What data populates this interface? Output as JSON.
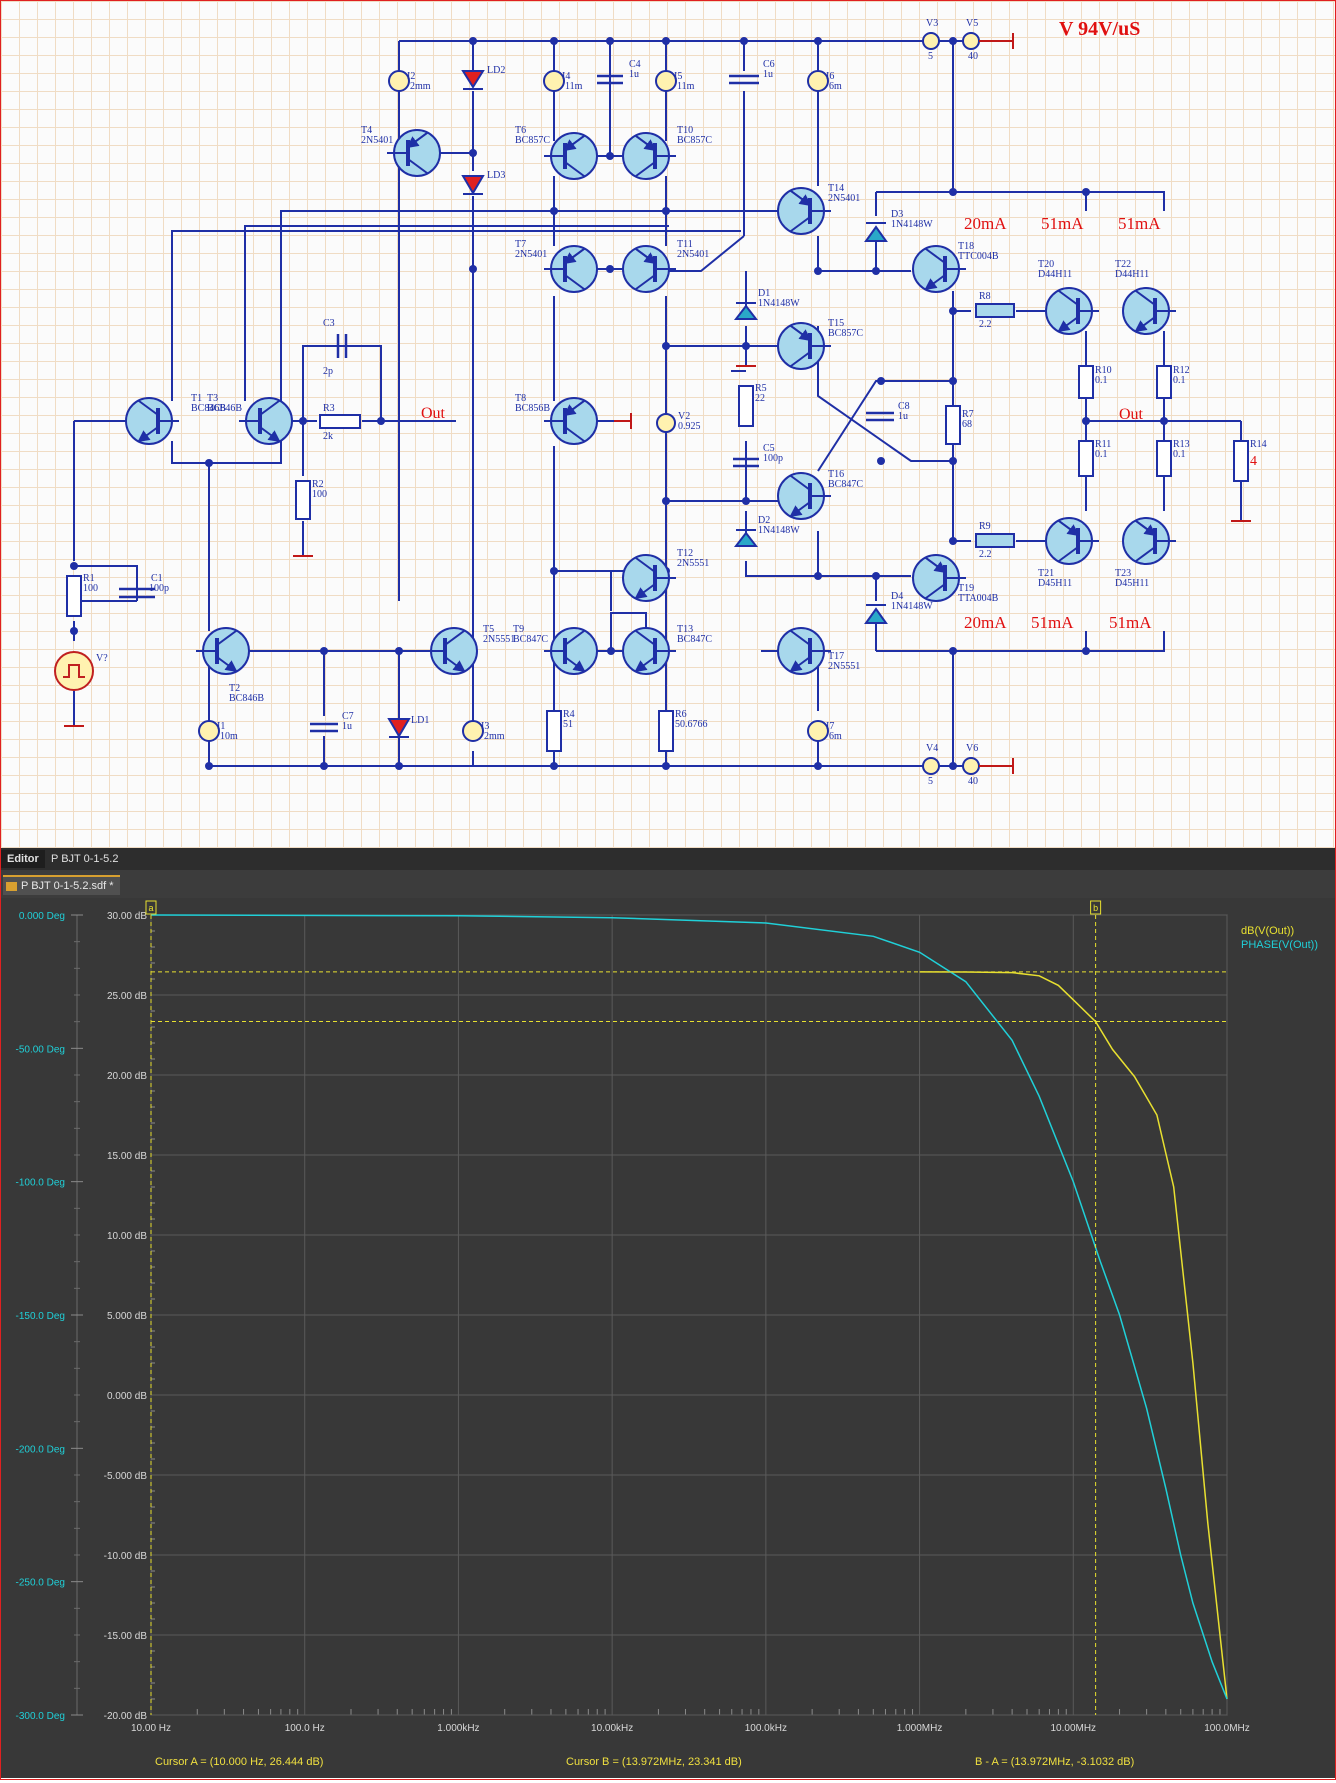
{
  "schematic": {
    "title_note": "V 94V/uS",
    "out_label_left": "Out",
    "out_label_right": "Out",
    "currents": {
      "t18": "20mA",
      "t20": "51mA",
      "t22": "51mA",
      "t19": "20mA",
      "t21": "51mA",
      "t23": "51mA"
    },
    "transistors": [
      {
        "ref": "T1",
        "part": "BC846B"
      },
      {
        "ref": "T3",
        "part": "BC846B"
      },
      {
        "ref": "T2",
        "part": "BC846B"
      },
      {
        "ref": "T4",
        "part": "2N5401"
      },
      {
        "ref": "T5",
        "part": "2N5551"
      },
      {
        "ref": "T6",
        "part": "BC857C"
      },
      {
        "ref": "T10",
        "part": "BC857C"
      },
      {
        "ref": "T7",
        "part": "2N5401"
      },
      {
        "ref": "T11",
        "part": "2N5401"
      },
      {
        "ref": "T8",
        "part": "BC856B"
      },
      {
        "ref": "T9",
        "part": "BC847C"
      },
      {
        "ref": "T13",
        "part": "BC847C"
      },
      {
        "ref": "T12",
        "part": "2N5551"
      },
      {
        "ref": "T14",
        "part": "2N5401"
      },
      {
        "ref": "T15",
        "part": "BC857C"
      },
      {
        "ref": "T16",
        "part": "BC847C"
      },
      {
        "ref": "T17",
        "part": "2N5551"
      },
      {
        "ref": "T18",
        "part": "TTC004B"
      },
      {
        "ref": "T19",
        "part": "TTA004B"
      },
      {
        "ref": "T20",
        "part": "D44H11"
      },
      {
        "ref": "T22",
        "part": "D44H11"
      },
      {
        "ref": "T21",
        "part": "D45H11"
      },
      {
        "ref": "T23",
        "part": "D45H11"
      }
    ],
    "resistors": [
      {
        "ref": "R1",
        "value": "100"
      },
      {
        "ref": "R2",
        "value": "100"
      },
      {
        "ref": "R3",
        "value": "2k"
      },
      {
        "ref": "R4",
        "value": "51"
      },
      {
        "ref": "R5",
        "value": "22"
      },
      {
        "ref": "R6",
        "value": "50.6766"
      },
      {
        "ref": "R7",
        "value": "68"
      },
      {
        "ref": "R8",
        "value": "2.2"
      },
      {
        "ref": "R9",
        "value": "2.2"
      },
      {
        "ref": "R10",
        "value": "0.1"
      },
      {
        "ref": "R11",
        "value": "0.1"
      },
      {
        "ref": "R12",
        "value": "0.1"
      },
      {
        "ref": "R13",
        "value": "0.1"
      },
      {
        "ref": "R14",
        "value": "4"
      }
    ],
    "capacitors": [
      {
        "ref": "C1",
        "value": "100p"
      },
      {
        "ref": "C3",
        "value": "2p"
      },
      {
        "ref": "C4",
        "value": "1u"
      },
      {
        "ref": "C5",
        "value": "100p"
      },
      {
        "ref": "C6",
        "value": "1u"
      },
      {
        "ref": "C7",
        "value": "1u"
      },
      {
        "ref": "C8",
        "value": "1u"
      }
    ],
    "current_sources": [
      {
        "ref": "I1",
        "value": "10m"
      },
      {
        "ref": "I2",
        "value": "2mm"
      },
      {
        "ref": "I3",
        "value": "2mm"
      },
      {
        "ref": "I4",
        "value": "11m"
      },
      {
        "ref": "I5",
        "value": "11m"
      },
      {
        "ref": "I6",
        "value": "6m"
      },
      {
        "ref": "I7",
        "value": "6m"
      }
    ],
    "diodes": [
      {
        "ref": "D1",
        "part": "1N4148W"
      },
      {
        "ref": "D2",
        "part": "1N4148W"
      },
      {
        "ref": "D3",
        "part": "1N4148W"
      },
      {
        "ref": "D4",
        "part": "1N4148W"
      },
      {
        "ref": "LD1",
        "part": ""
      },
      {
        "ref": "LD2",
        "part": ""
      },
      {
        "ref": "LD3",
        "part": ""
      }
    ],
    "sources": [
      {
        "ref": "V2",
        "value": "0.925"
      },
      {
        "ref": "V3",
        "value": "5"
      },
      {
        "ref": "V5",
        "value": "40"
      },
      {
        "ref": "V4",
        "value": "5"
      },
      {
        "ref": "V6",
        "value": "40"
      },
      {
        "ref": "V?",
        "value": ""
      }
    ]
  },
  "tabs": {
    "editor": "Editor",
    "doc": "P BJT 0-1-5.2"
  },
  "file_tab": "P BJT 0-1-5.2.sdf *",
  "cursors": {
    "a_marker": "a",
    "b_marker": "b",
    "a_readout": "Cursor A = (10.000 Hz, 26.444 dB)",
    "b_readout": "Cursor B = (13.972MHz, 23.341 dB)",
    "diff_readout": "B - A = (13.972MHz, -3.1032 dB)"
  },
  "colors": {
    "wire": "#1f2fa6",
    "transistor_fill": "#a8d8ec",
    "annotation_red": "#e01010",
    "plot_bg": "#383838",
    "grid": "#5a5a5a",
    "db_trace": "#e8e030",
    "phase_trace": "#20d0d8",
    "cursor": "#e8e030",
    "readout_text": "#f0e040"
  },
  "chart_data": {
    "type": "line",
    "title": "",
    "xlabel": "",
    "ylabel": "",
    "x_scale": "log",
    "xlim": [
      10,
      100000000
    ],
    "x_ticks": [
      "10.00 Hz",
      "100.0 Hz",
      "1.000kHz",
      "10.00kHz",
      "100.0kHz",
      "1.000MHz",
      "10.00MHz",
      "100.0MHz"
    ],
    "y_left_ticks": [
      "30.00 dB",
      "25.00 dB",
      "20.00 dB",
      "15.00 dB",
      "10.00 dB",
      "5.000 dB",
      "0.000 dB",
      "-5.000 dB",
      "-10.00 dB",
      "-15.00 dB",
      "-20.00 dB"
    ],
    "ylim_db": [
      -20,
      30
    ],
    "y_phase_ticks": [
      "0.000 Deg",
      "-50.00 Deg",
      "-100.0 Deg",
      "-150.0 Deg",
      "-200.0 Deg",
      "-250.0 Deg",
      "-300.0 Deg"
    ],
    "ylim_phase": [
      -300,
      0
    ],
    "legend_position": "top-right",
    "series": [
      {
        "name": "dB(V(Out))",
        "axis": "left",
        "x": [
          1000000,
          2000000,
          4000000,
          6000000,
          8000000,
          10000000,
          13972000,
          18000000,
          25000000,
          35000000,
          45000000,
          60000000,
          75000000,
          90000000,
          100000000
        ],
        "values": [
          26.444,
          26.44,
          26.4,
          26.2,
          25.6,
          24.7,
          23.34,
          21.6,
          19.9,
          17.5,
          13.0,
          2.0,
          -8.0,
          -15.0,
          -19.0
        ]
      },
      {
        "name": "PHASE(V(Out))",
        "axis": "right",
        "x": [
          10,
          1000,
          10000,
          100000,
          500000,
          1000000,
          2000000,
          4000000,
          6000000,
          10000000,
          15000000,
          20000000,
          30000000,
          40000000,
          50000000,
          60000000,
          80000000,
          100000000
        ],
        "values": [
          0,
          -0.3,
          -1,
          -3,
          -8,
          -14,
          -25,
          -47,
          -68,
          -100,
          -130,
          -150,
          -185,
          -215,
          -240,
          -258,
          -280,
          -294
        ]
      }
    ],
    "cursor_levels_db": [
      26.444,
      23.341
    ],
    "cursor_b_x": 13972000
  }
}
